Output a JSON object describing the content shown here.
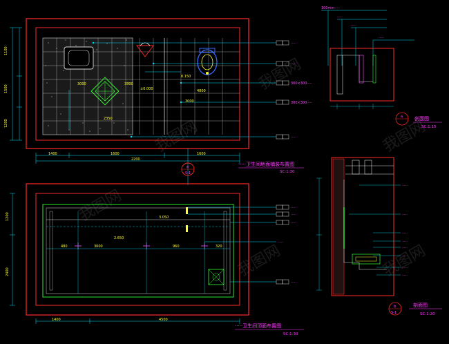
{
  "plan_top": {
    "title": "·····卫生间地面铺装布置图",
    "scale": "SC:1:30",
    "dims_bottom": [
      "1400",
      "1600",
      "1600"
    ],
    "dim_total": "2200",
    "dims_left": [
      "1100",
      "1500",
      "1200"
    ],
    "inner_labels": [
      "3000",
      "3500",
      "±0.000",
      "0.150",
      "4800",
      "3000",
      "2350"
    ],
    "callouts": [
      "·····",
      "·····",
      "300×300·····",
      "300×300·····",
      "·····"
    ]
  },
  "plan_bottom": {
    "title": "·····卫生间顶面布置图",
    "scale": "SC:1:30",
    "dims_bottom": [
      "1400",
      "4500"
    ],
    "dims_left": [
      "1200",
      "2400"
    ],
    "inner_labels": [
      "3.050",
      "2.650",
      "480",
      "3000",
      "960",
      "320"
    ],
    "callouts": [
      "·····",
      "·····",
      "·····",
      "·····",
      "·····"
    ]
  },
  "section_top": {
    "notes": [
      "100mm·····",
      "·····",
      "·····",
      "·····"
    ],
    "marker": "a",
    "title": "剖面图",
    "scale": "SC:1:15"
  },
  "section_bottom": {
    "notes": [
      "·····",
      "·····",
      "·····",
      "·····",
      "·····",
      "·····",
      "·····",
      "·····"
    ],
    "marker": "b",
    "marker_sub": "S-1",
    "title": "剖面图",
    "scale": "SC:1:20"
  },
  "section_marker": {
    "label": "a",
    "sub": "S-1"
  },
  "watermark": "我图网",
  "colors": {
    "background": "#000000",
    "wall": "#ff2a2a",
    "magenta": "#ff3cff",
    "cyan": "#00e5ff",
    "green": "#33ff33",
    "yellow": "#ffff33",
    "white": "#d8d8d8"
  }
}
